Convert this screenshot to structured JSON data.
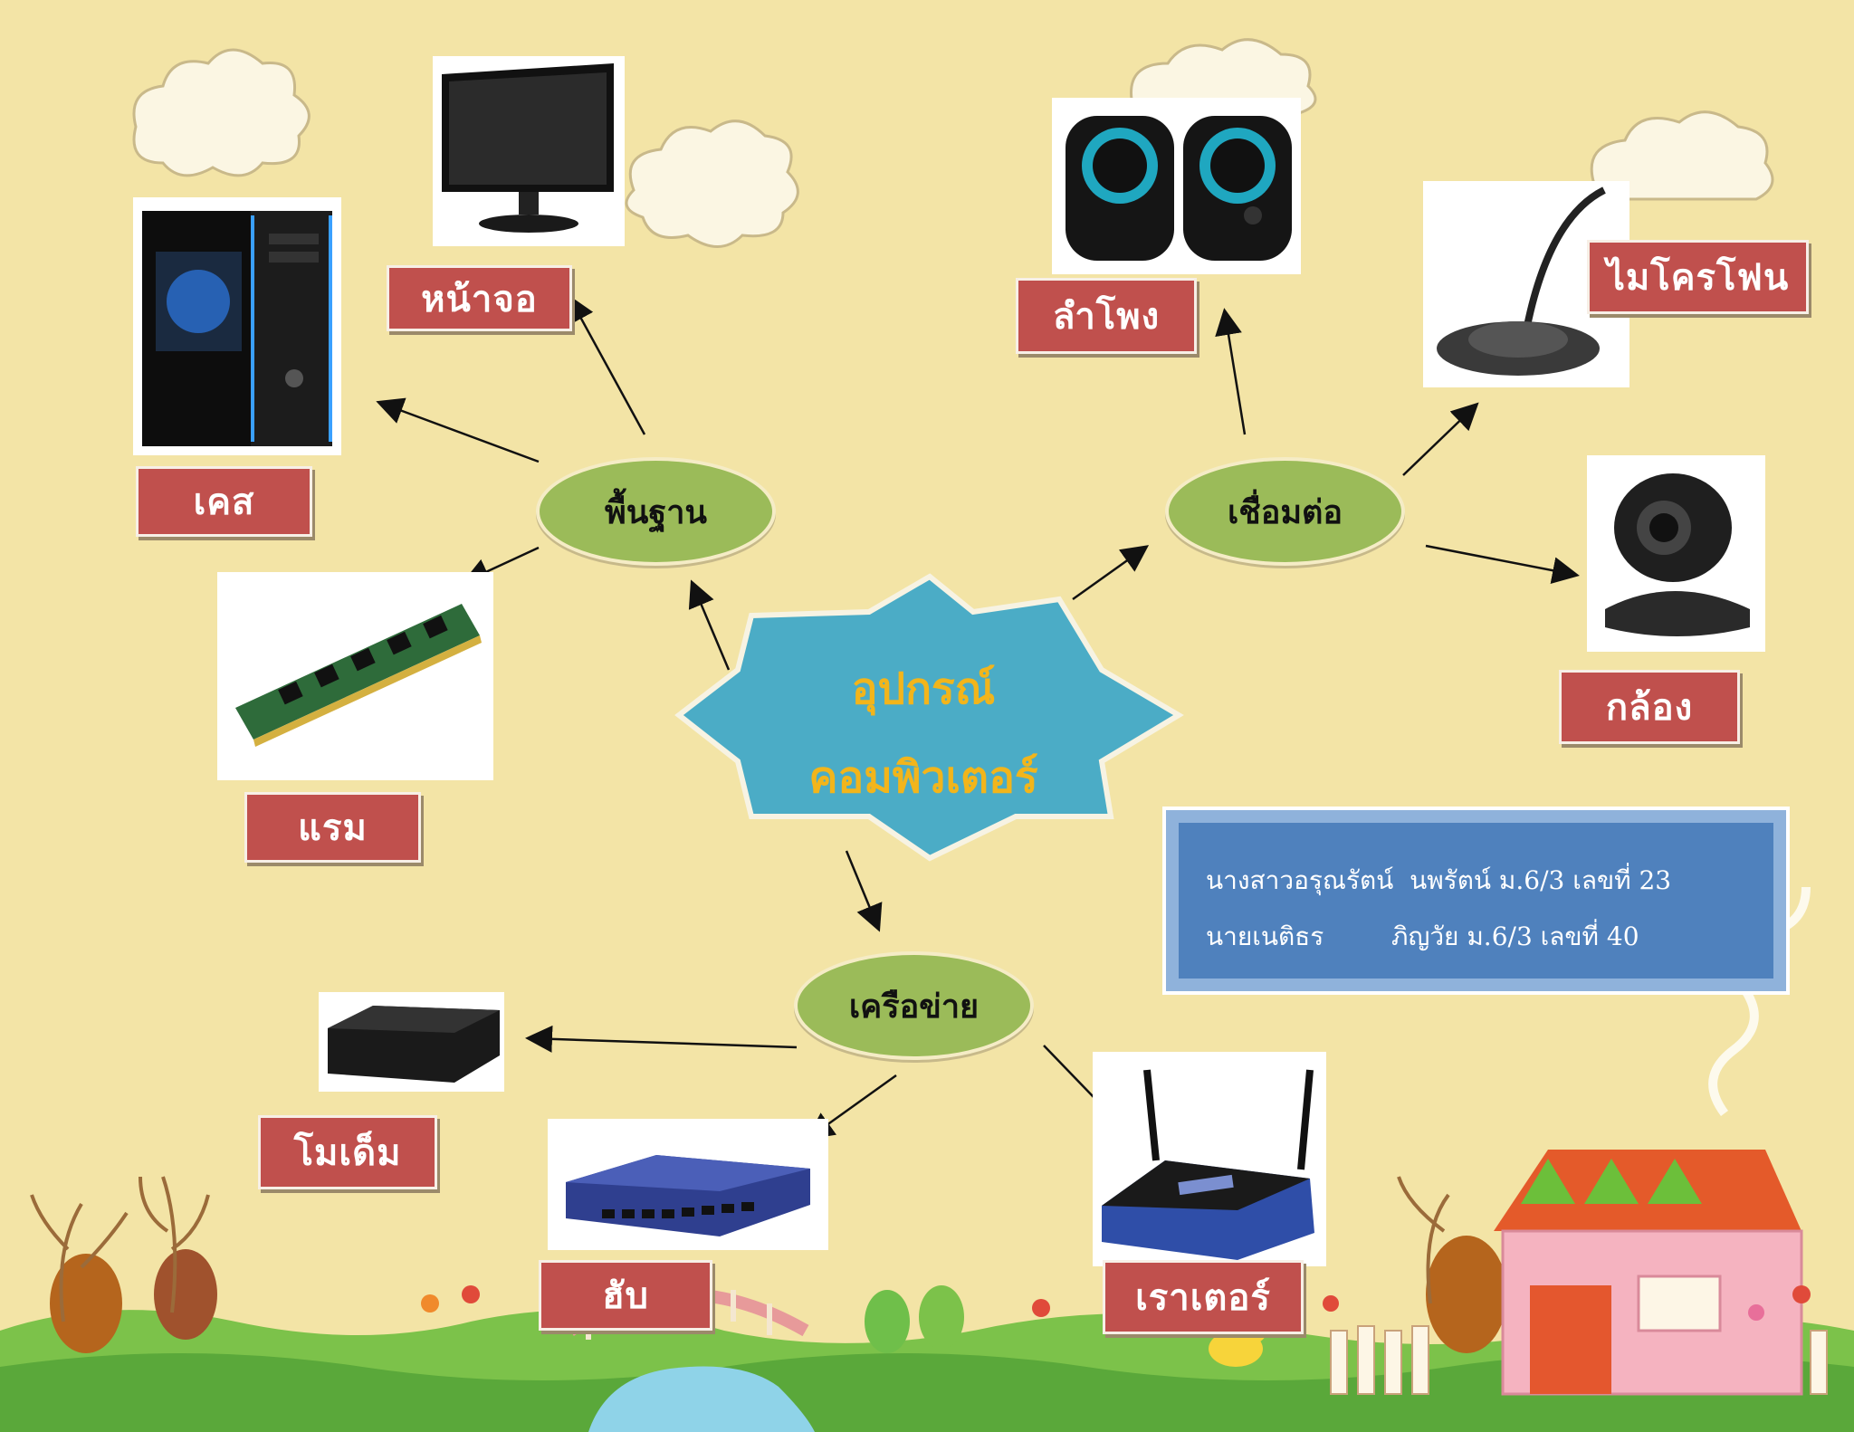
{
  "center": {
    "line1": "อุปกรณ์",
    "line2": "คอมพิวเตอร์"
  },
  "groups": {
    "basic": "พื้นฐาน",
    "connect": "เชื่อมต่อ",
    "network": "เครือข่าย"
  },
  "labels": {
    "monitor": "หน้าจอ",
    "case": "เคส",
    "ram": "แรม",
    "speaker": "ลำโพง",
    "microphone": "ไมโครโฟน",
    "camera": "กล้อง",
    "modem": "โมเด็ม",
    "hub": "ฮับ",
    "router": "เราเตอร์"
  },
  "authors": {
    "line1": "นางสาวอรุณรัตน์  นพรัตน์ ม.6/3 เลขที่ 23",
    "line2_name": "นายเนติธร",
    "line2_rest": "ภิญวัย ม.6/3 เลขที่ 40"
  },
  "colors": {
    "background": "#f3e4a6",
    "label_fill": "#c0504d",
    "oval_fill": "#9bbb59",
    "center_fill": "#4bacc6",
    "center_text": "#f2b51b",
    "panel_fill": "#4f81bd"
  }
}
